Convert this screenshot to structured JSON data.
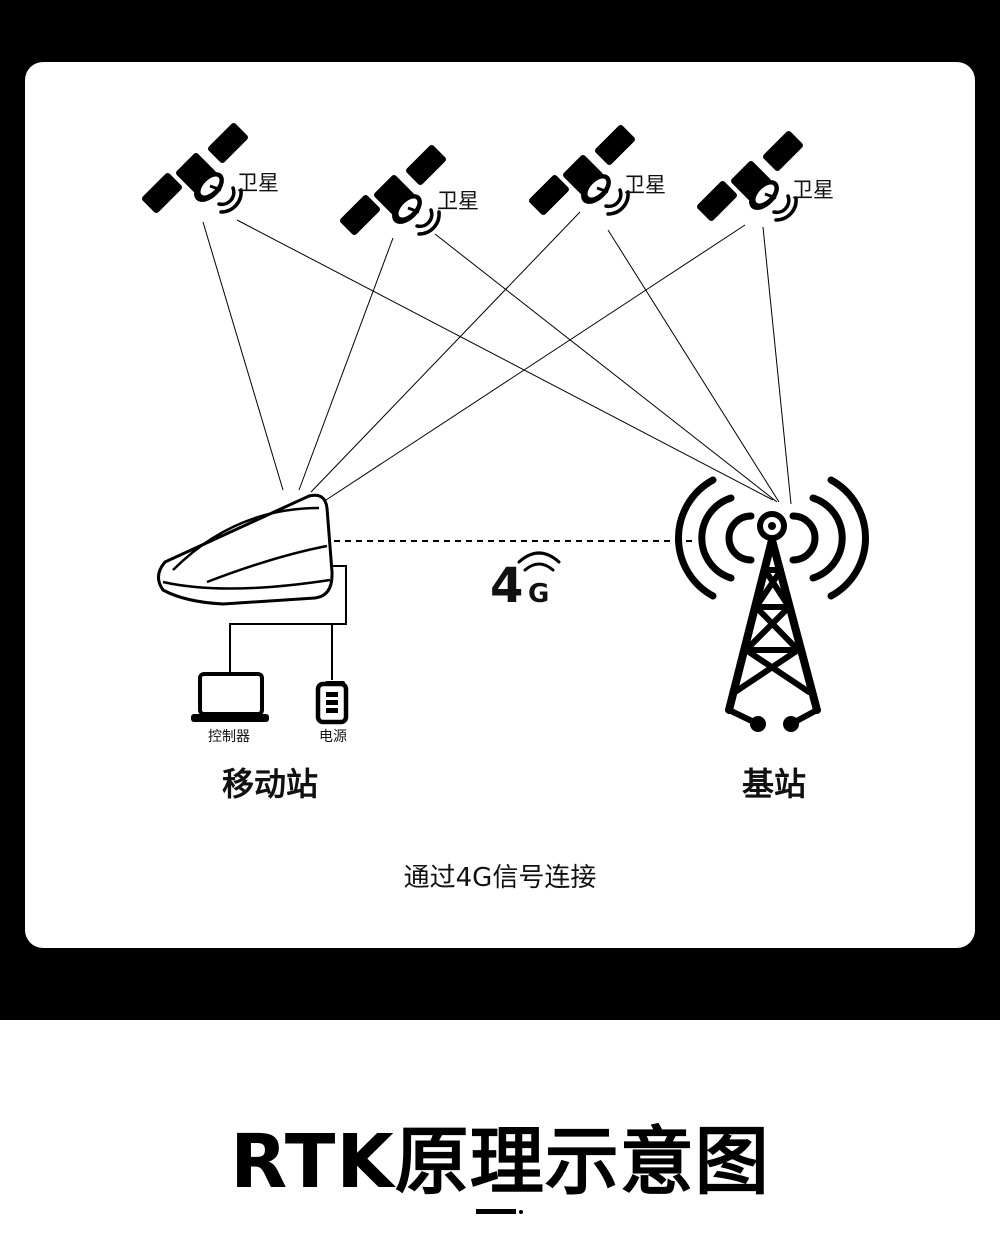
{
  "diagram": {
    "satellites": [
      {
        "label": "卫星"
      },
      {
        "label": "卫星"
      },
      {
        "label": "卫星"
      },
      {
        "label": "卫星"
      }
    ],
    "rover": {
      "label": "移动站"
    },
    "controller": {
      "label": "控制器"
    },
    "power": {
      "label": "电源"
    },
    "base_station": {
      "label": "基站"
    },
    "link_badge": {
      "number": "4",
      "letter": "G"
    },
    "caption": "通过4G信号连接"
  },
  "footer": {
    "title": "RTK原理示意图"
  }
}
